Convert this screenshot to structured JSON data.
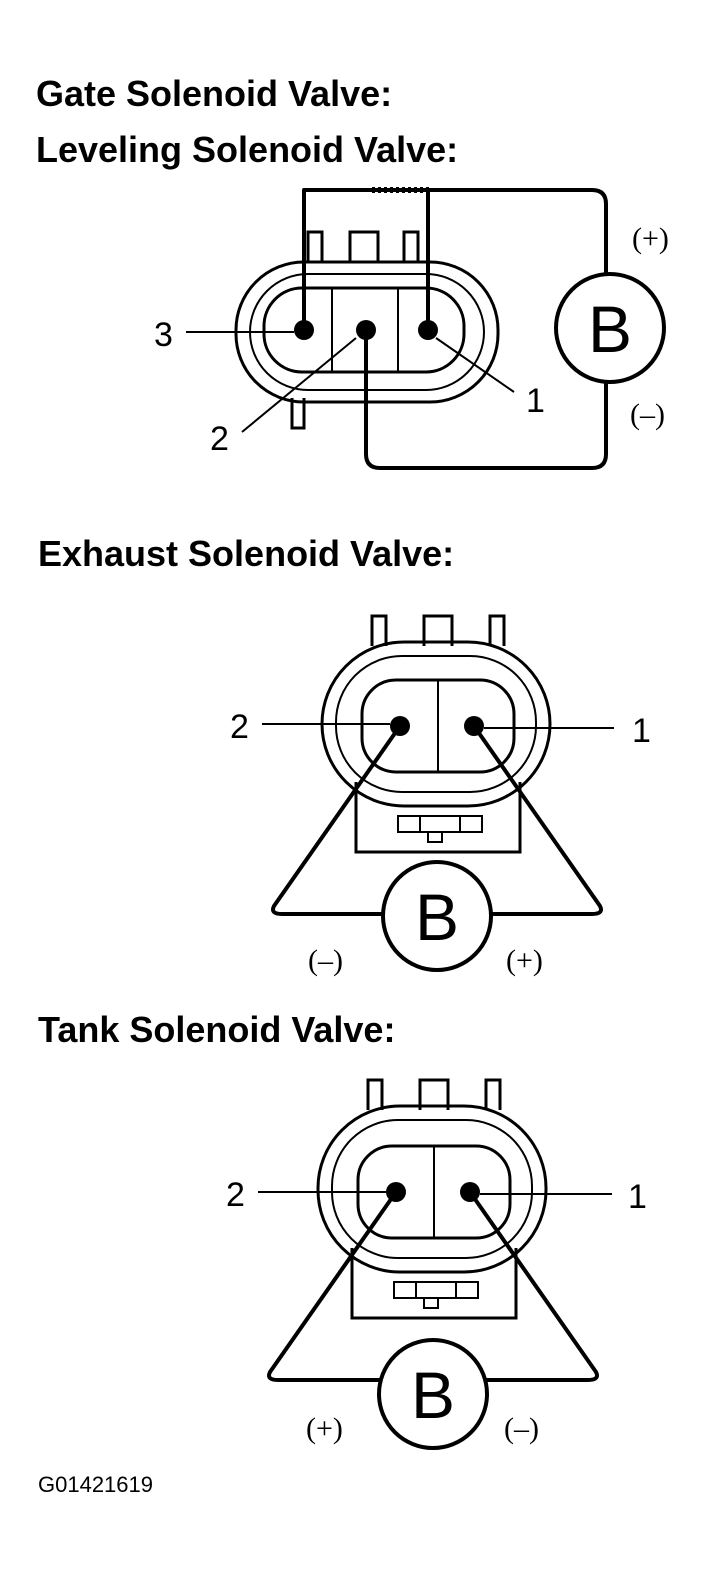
{
  "headings": {
    "gate": "Gate Solenoid Valve:",
    "leveling": "Leveling Solenoid Valve:",
    "exhaust": "Exhaust Solenoid Valve:",
    "tank": "Tank Solenoid Valve:"
  },
  "connector1": {
    "pin3": "3",
    "pin2": "2",
    "pin1": "1",
    "battery": "B",
    "plus": "(+)",
    "minus": "(–)"
  },
  "connector2": {
    "pin2": "2",
    "pin1": "1",
    "battery": "B",
    "minus": "(–)",
    "plus": "(+)"
  },
  "connector3": {
    "pin2": "2",
    "pin1": "1",
    "battery": "B",
    "plus": "(+)",
    "minus": "(–)"
  },
  "figure_code": "G01421619"
}
